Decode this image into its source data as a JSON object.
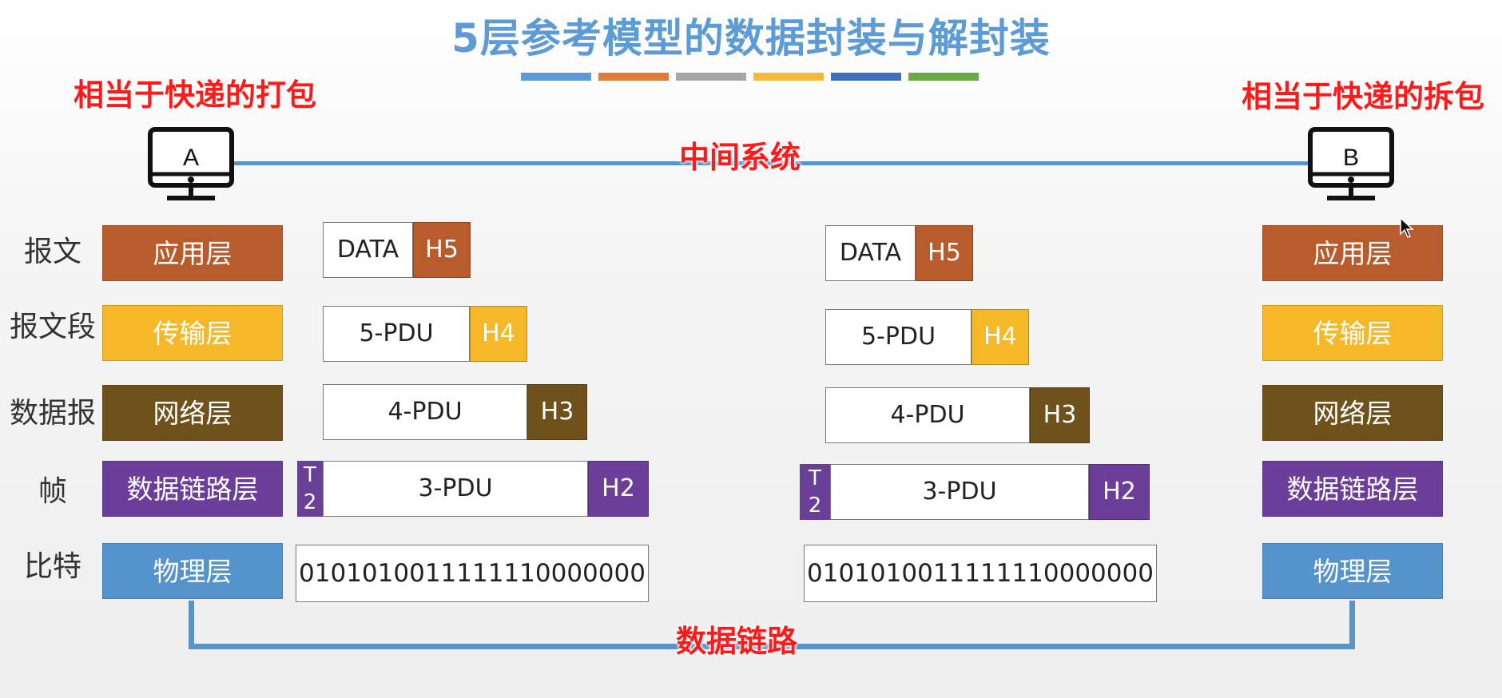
{
  "title": "5层参考模型的数据封装与解封装",
  "title_bar_colors": [
    "#5b9bd5",
    "#e07a3a",
    "#a5a5a5",
    "#f4b93a",
    "#3d6fba",
    "#6aaa46"
  ],
  "notes": {
    "pack": "相当于快递的打包",
    "unpack": "相当于快递的拆包",
    "middle_system": "中间系统",
    "data_link": "数据链路"
  },
  "hosts": {
    "left": "A",
    "right": "B"
  },
  "units": [
    "报文",
    "报文段",
    "数据报",
    "帧",
    "比特"
  ],
  "layers": [
    "应用层",
    "传输层",
    "网络层",
    "数据链路层",
    "物理层"
  ],
  "layer_colors": [
    "#b85c2d",
    "#f4b829",
    "#6e511b",
    "#6b3e99",
    "#5593cc"
  ],
  "packets": {
    "h5": {
      "data": "DATA",
      "header": "H5"
    },
    "h4": {
      "data": "5-PDU",
      "header": "H4"
    },
    "h3": {
      "data": "4-PDU",
      "header": "H3"
    },
    "h2": {
      "data": "3-PDU",
      "header": "H2",
      "trailer_top": "T",
      "trailer_bottom": "2"
    },
    "bits": "0101010011111110000000"
  }
}
